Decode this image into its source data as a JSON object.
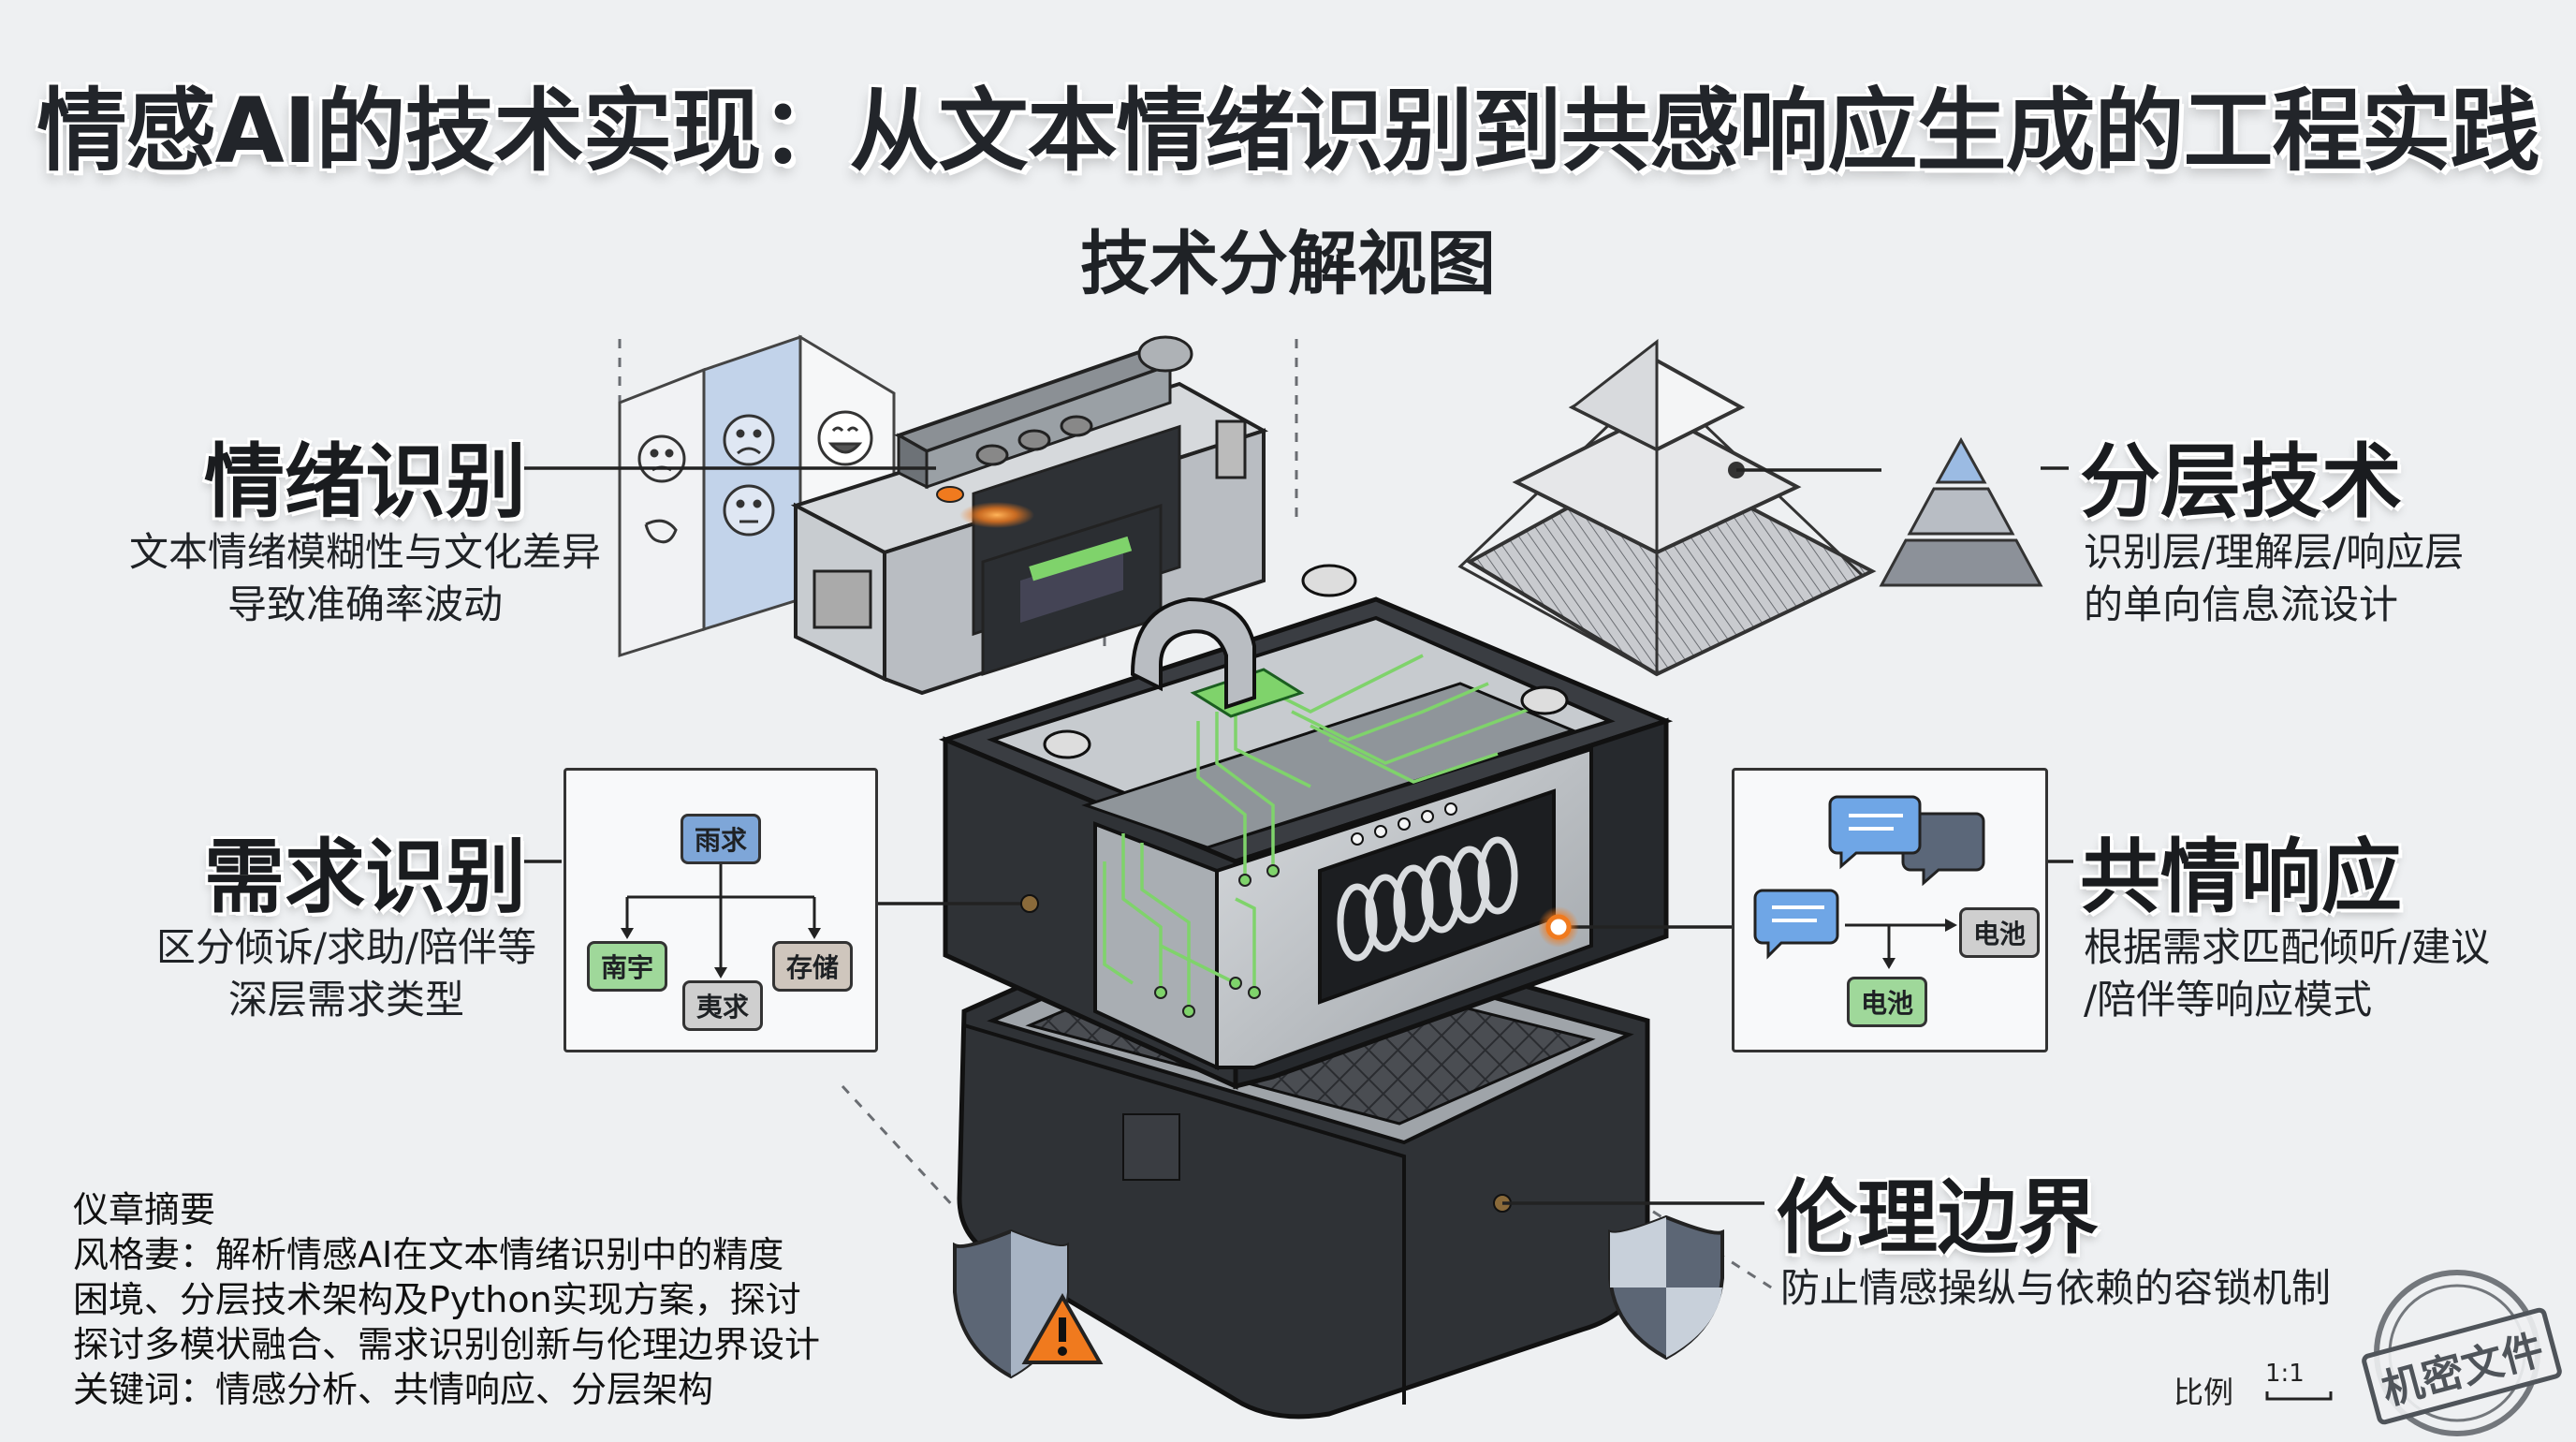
{
  "title": "情感AI的技术实现：从文本情绪识别到共感响应生成的工程实践",
  "subtitle": "技术分解视图",
  "callouts": {
    "emotion_recognition": {
      "title": "情绪识别",
      "desc": [
        "文本情绪模糊性与文化差异",
        "导致准确率波动"
      ]
    },
    "layered_tech": {
      "title": "分层技术",
      "desc": [
        "识别层/理解层/响应层",
        "的单向信息流设计"
      ]
    },
    "need_recognition": {
      "title": "需求识别",
      "desc": [
        "区分倾诉/求助/陪伴等",
        "深层需求类型"
      ]
    },
    "empathy_response": {
      "title": "共情响应",
      "desc": [
        "根据需求匹配倾听/建议",
        "/陪伴等响应模式"
      ]
    },
    "ethics_boundary": {
      "title": "伦理边界",
      "desc": [
        "防止情感操纵与依赖的容锁机制"
      ]
    }
  },
  "need_tree": {
    "root": "雨求",
    "left": "南宇",
    "middle": "夷求",
    "right": "存储"
  },
  "response_flow": {
    "node_right": "电池",
    "node_bottom": "电池"
  },
  "abstract": {
    "heading": "仪章摘要",
    "lines": [
      "风格妻：解析情感AI在文本情绪识别中的精度",
      "困境、分层技术架构及Python实现方案，探讨",
      "探讨多模状融合、需求识别创新与伦理边界设计",
      "关键词：情感分析、共情响应、分层架构"
    ]
  },
  "scale": {
    "label": "比例",
    "value": "1:1"
  },
  "stamp_text": "机密文件",
  "colors": {
    "accent_orange": "#f07a1e",
    "circuit_green": "#7fd36b",
    "pill_blue": "#7ea6d8",
    "pill_green": "#9fd89a",
    "pill_gray": "#cfc6bd"
  },
  "icons": [
    "neutral-face-icon",
    "sad-face-icon",
    "laughing-face-icon",
    "pyramid-icon",
    "chat-bubbles-icon",
    "shield-warning-icon",
    "shield-icon"
  ]
}
